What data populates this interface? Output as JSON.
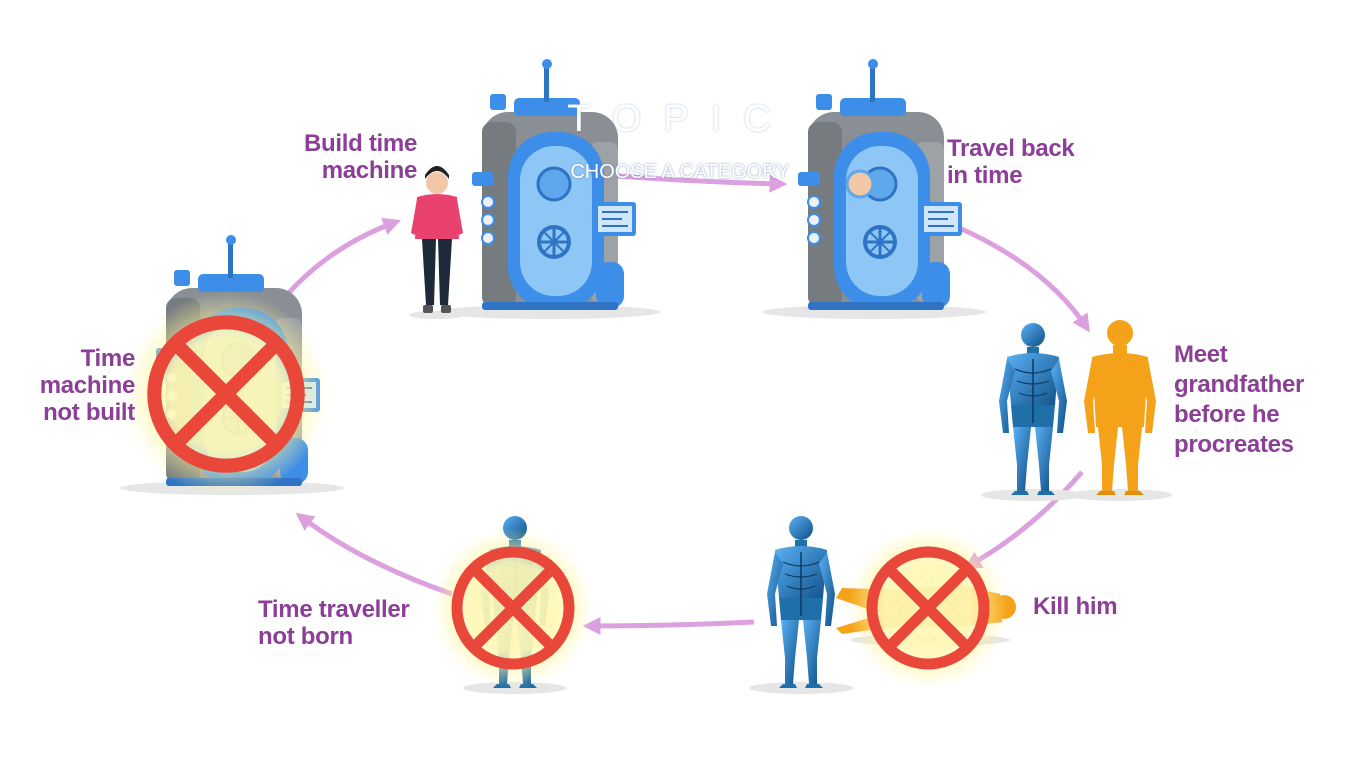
{
  "steps": {
    "build": {
      "label": "Build time\nmachine"
    },
    "travel": {
      "label": "Travel back\nin time"
    },
    "meet": {
      "label": "Meet\ngrandfather\nbefore he\nprocreates"
    },
    "kill": {
      "label": "Kill him"
    },
    "not_born": {
      "label": "Time traveller\nnot born"
    },
    "not_built": {
      "label": "Time\nmachine\nnot built"
    }
  },
  "overlay": {
    "title": "TOPIC",
    "subtitle": "CHOOSE A CATEGORY"
  },
  "colors": {
    "label": "#8b3f96",
    "arrow": "#dca0df",
    "machine_body": "#8a8f95",
    "machine_blue": "#3d8ee8",
    "machine_light_blue": "#8ec7f5",
    "cross_red": "#e8473a",
    "cross_glow": "#fff59a",
    "grandfather": "#f5a21b",
    "skeleton_blue": "#1f6fa8",
    "shirt_pink": "#e9426f"
  },
  "icons": [
    "time-machine-icon",
    "person-icon",
    "skeleton-figure-icon",
    "prohibition-cross-icon",
    "cycle-arrow-icon"
  ]
}
